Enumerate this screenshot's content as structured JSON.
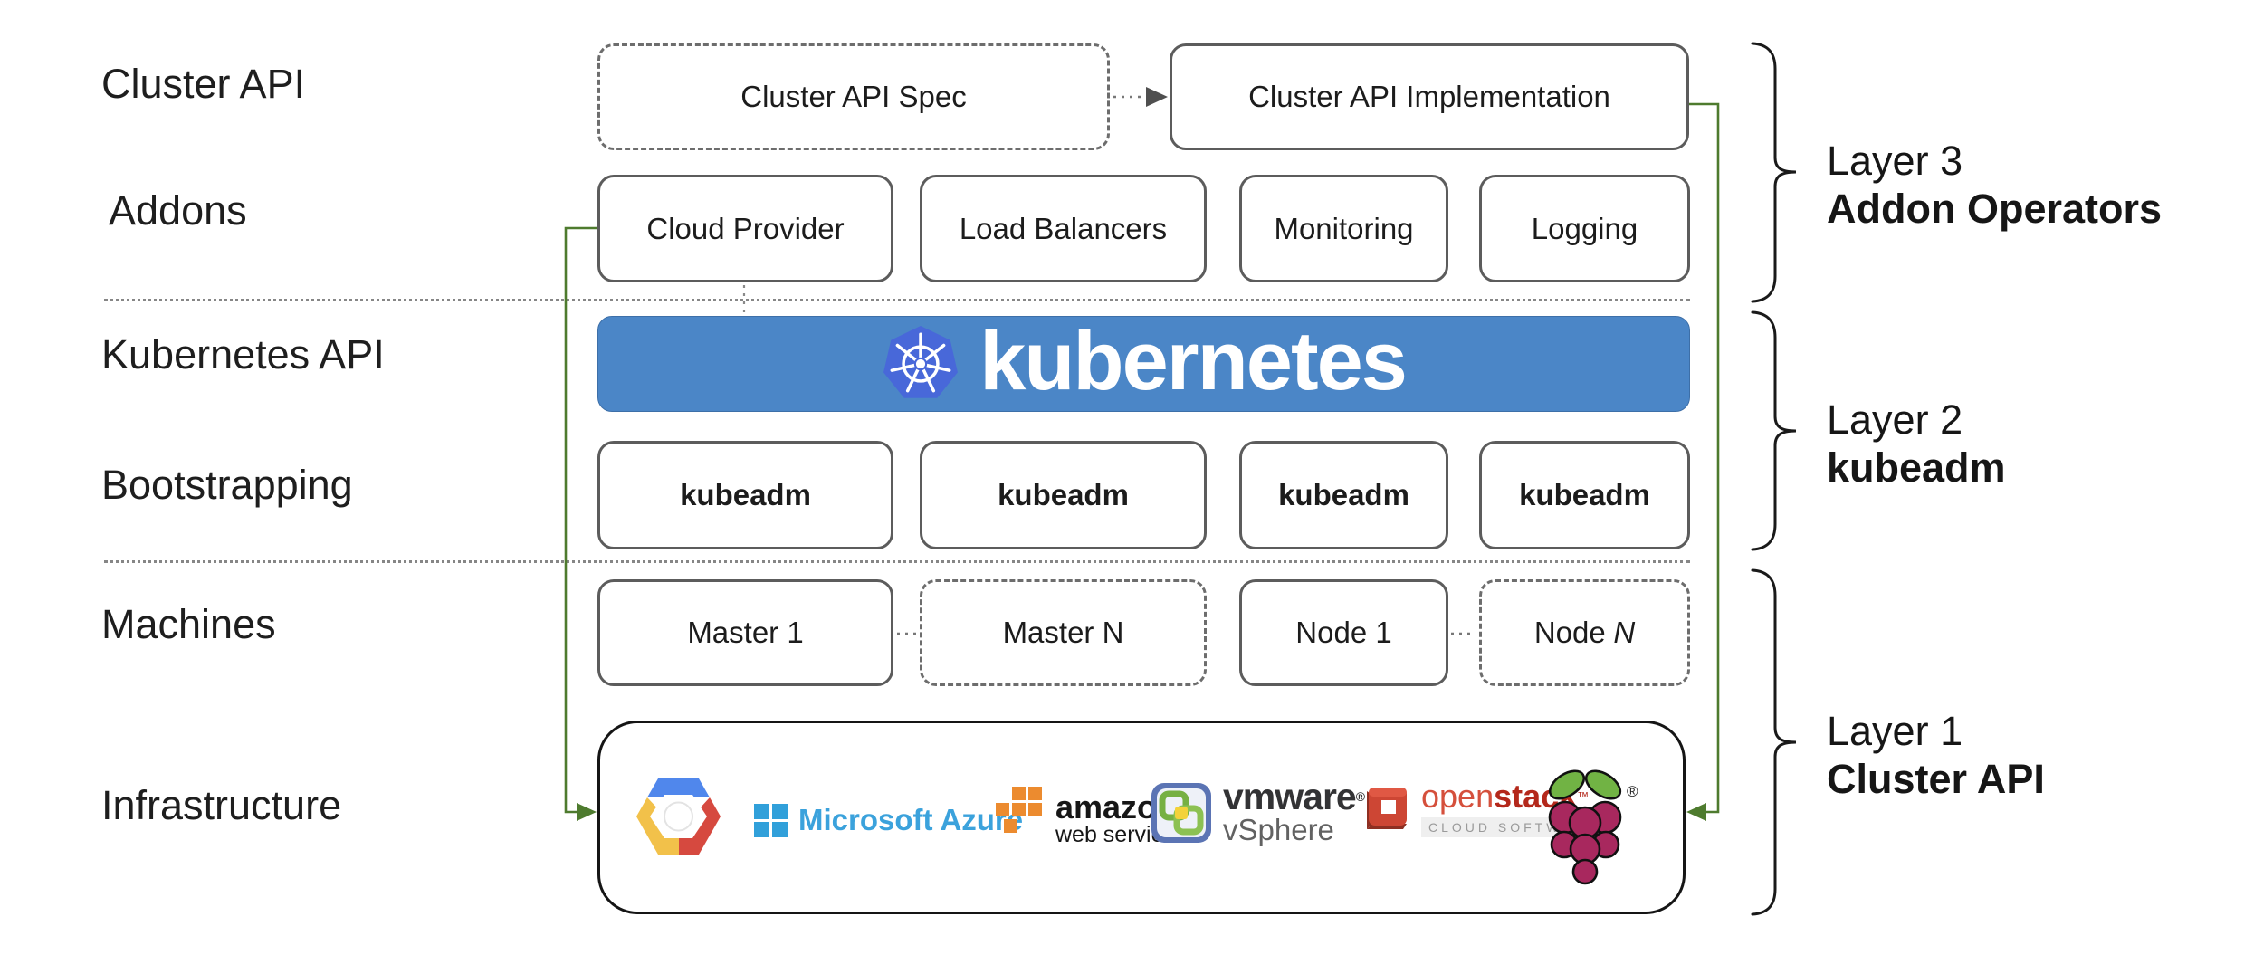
{
  "colors": {
    "accent_green": "#4e7b2e",
    "banner_blue": "#4b86c7",
    "k8s_logo_blue": "#4868d9",
    "azure_blue": "#3ba2dc",
    "aws_orange": "#ec8b2f",
    "openstack_red": "#cd4634",
    "vmware_blue": "#5b74b4",
    "raspberry_red": "#a8285e",
    "leaf_green": "#71b344",
    "box_border_gray": "#5c5c5c"
  },
  "row_labels": {
    "cluster_api": "Cluster API",
    "addons": "Addons",
    "kubernetes_api": "Kubernetes API",
    "bootstrapping": "Bootstrapping",
    "machines": "Machines",
    "infrastructure": "Infrastructure"
  },
  "top_row": {
    "spec": "Cluster API Spec",
    "implementation": "Cluster API Implementation"
  },
  "addon_boxes": [
    "Cloud Provider",
    "Load Balancers",
    "Monitoring",
    "Logging"
  ],
  "banner": {
    "wordmark": "kubernetes"
  },
  "bootstrap_boxes": [
    "kubeadm",
    "kubeadm",
    "kubeadm",
    "kubeadm"
  ],
  "machine_boxes": {
    "b0": "Master 1",
    "b1": "Master N",
    "b2": "Node 1",
    "b3_prefix": "Node",
    "b3_suffix": "N"
  },
  "layers": {
    "l3": {
      "line1": "Layer 3",
      "line2": "Addon Operators"
    },
    "l2": {
      "line1": "Layer 2",
      "line2": "kubeadm"
    },
    "l1": {
      "line1": "Layer 1",
      "line2": "Cluster API"
    }
  },
  "infrastructure": {
    "azure": {
      "label": "Microsoft Azure"
    },
    "aws": {
      "line1": "amazon",
      "line2": "web services"
    },
    "vmware": {
      "line1": "vmware",
      "reg": "®",
      "line2": "vSphere"
    },
    "openstack": {
      "part1": "open",
      "part2": "stack",
      "tm": "™",
      "subtitle": "CLOUD SOFTWARE"
    },
    "raspberry": {
      "reg": "®"
    }
  }
}
